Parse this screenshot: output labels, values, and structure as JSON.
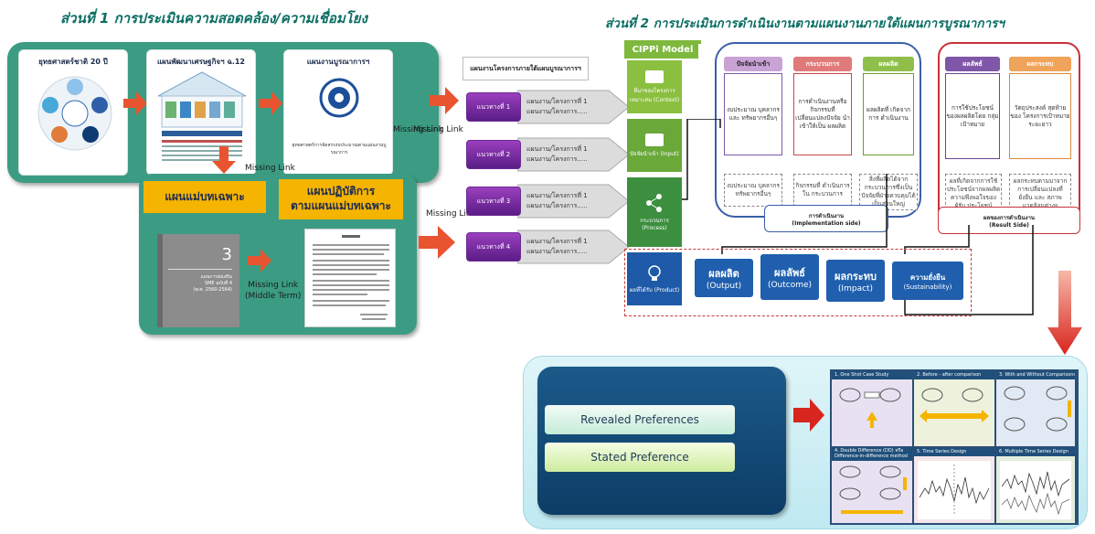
{
  "part1": {
    "title": "ส่วนที่ 1 การประเมินความสอดคล้อง/ความเชื่อมโยง",
    "cards": [
      {
        "label": "ยุทธศาสตร์ชาติ 20 ปี"
      },
      {
        "label": "แผนพัฒนาเศรษฐกิจฯ ฉ.12"
      },
      {
        "label": "แผนงานบูรณาการฯ"
      }
    ],
    "master_plan": "แผนแม่บทเฉพาะ",
    "action_plan_line1": "แผนปฏิบัติการ",
    "action_plan_line2": "ตามแผนแม่บทเฉพาะ",
    "missing_link": "Missing Link",
    "middle_term": "(Middle Term)",
    "book_number": "3",
    "book_text1": "แผนการส่งเสริม",
    "book_text2": "SME ฉบับที่ 4",
    "book_text3": "(พ.ศ. 2560-2564)",
    "seal_caption": "ยุทธศาสตร์การจัดสรรงบประมาณตามแผนงานบูรณาการ",
    "plans_header": "แผนงานโครงการภายใต้แผนบูรณาการฯ",
    "plans": [
      {
        "tag": "แนวทางที่ 1",
        "line1": "แผนงาน/โครงการที่ 1",
        "line2": "แผนงาน/โครงการ....."
      },
      {
        "tag": "แนวทางที่ 2",
        "line1": "แผนงาน/โครงการที่ 1",
        "line2": "แผนงาน/โครงการ....."
      },
      {
        "tag": "แนวทางที่ 3",
        "line1": "แผนงาน/โครงการที่ 1",
        "line2": "แผนงาน/โครงการ....."
      },
      {
        "tag": "แนวทางที่ 4",
        "line1": "แผนงาน/โครงการที่ 1",
        "line2": "แผนงาน/โครงการ....."
      }
    ]
  },
  "part2": {
    "title": "ส่วนที่ 2 การประเมินการดำเนินงานตามแผนงานภายใต้แผนการบูรณาการฯ",
    "model_label": "CIPPi Model",
    "left_items": [
      {
        "label": "ที่มาของโครงการ เหมาะสม (Context)"
      },
      {
        "label": "ปัจจัยนำเข้า (Input)"
      },
      {
        "label": "กระบวนการ (Process)"
      },
      {
        "label": "ผลที่ได้รับ (Product)"
      }
    ],
    "columns": [
      {
        "head": "ปัจจัยนำเข้า",
        "top": "งบประมาณ บุคลากร และ ทรัพยากรอื่นๆ",
        "bottom": "งบประมาณ บุคลากร ทรัพยากรอื่นๆ"
      },
      {
        "head": "กระบวนการ",
        "top": "การดำเนินงานหรือ กิจกรรมที่ เปลี่ยนแปลงปัจจัย นำเข้าให้เป็น ผลผลิต",
        "bottom": "กิจกรรมที่ ดำเนินการใน กระบวนการ"
      },
      {
        "head": "ผลผลิต",
        "top": "ผลผลิตที่ เกิดจากการ ดำเนินงาน",
        "bottom": "สิ่งที่ผลิตได้จาก กระบวนการซึ่งเป็น ปัจจัยที่ฝ่ายควบคุมได้ เป็นส่วนใหญ่"
      },
      {
        "head": "ผลลัพธ์",
        "top": "การใช้ประโยชน์ ของผลผลิตโดย กลุ่มเป้าหมาย",
        "bottom": "ผลที่เกิดจากการใช้ ประโยชน์จากผลผลิต ความพึงพอใจของผู้รับ ประโยชน์"
      },
      {
        "head": "ผลกระทบ",
        "top": "วัตถุประสงค์ สุดท้ายของ โครงการเป้าหมาย ระยะยาว",
        "bottom": "ผลกระทบตามมาจาก การเปลี่ยนแปลงที่ ยั่งยืน และ สภาพแวดล้อมต่างๆ"
      }
    ],
    "implementation_label_th": "การดำเนินงาน",
    "implementation_label_en": "(Implementation side)",
    "result_label_th": "ผลของการดำเนินงาน",
    "result_label_en": "(Result Side)",
    "outcomes": [
      {
        "th": "ผลผลิต",
        "en": "(Output)"
      },
      {
        "th": "ผลลัพธ์",
        "en": "(Outcome)"
      },
      {
        "th": "ผลกระทบ",
        "en": "(Impact)"
      },
      {
        "th": "ความยั่งยืน",
        "en": "(Sustainability)"
      }
    ]
  },
  "bottom": {
    "revealed": "Revealed Preferences",
    "stated": "Stated Preference",
    "designs": [
      {
        "title": "1. One Shot Case Study"
      },
      {
        "title": "2. Before - after comparison"
      },
      {
        "title": "3. With and Without Comparisons"
      },
      {
        "title": "4. Double Difference (DD) หรือ Difference-in-difference method"
      },
      {
        "title": "5. Time Series Design"
      },
      {
        "title": "6. Multiple Time Series Design"
      }
    ]
  },
  "colors": {
    "green_panel": "#3b9c83",
    "orange": "#e8542f",
    "yellow": "#f5b400",
    "purple": "#6a2b94",
    "navy": "#1f5fae",
    "red_arrow": "#d8251e"
  }
}
